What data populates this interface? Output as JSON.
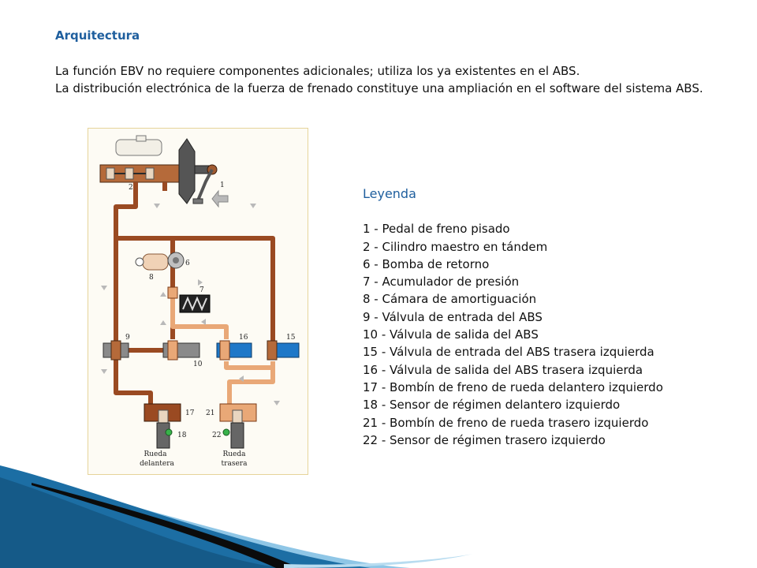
{
  "slide": {
    "title": "Arquitectura",
    "paragraphs": [
      "La función EBV no requiere componentes adicionales; utiliza los ya existentes en el ABS.",
      "La distribución electrónica de la fuerza de frenado constituye una ampliación en el software del sistema ABS."
    ]
  },
  "diagram": {
    "callouts": {
      "n1": "1",
      "n2": "2",
      "n6": "6",
      "n7": "7",
      "n8": "8",
      "n9": "9",
      "n10": "10",
      "n15": "15",
      "n16": "16",
      "n17": "17",
      "n18": "18",
      "n21": "21",
      "n22": "22"
    },
    "wheel_front": [
      "Rueda",
      "delantera"
    ],
    "wheel_rear": [
      "Rueda",
      "trasera"
    ],
    "colors": {
      "dark_line": "#9a4a22",
      "light_line": "#e9a877",
      "blue_valve": "#1e78c8",
      "gray_valve": "#8a8a8a",
      "background": "#fdfbf4",
      "border": "#e6d49a",
      "sensor": "#38b24a"
    }
  },
  "legend": {
    "title": "Leyenda",
    "items": [
      "1 - Pedal de freno pisado",
      "2 - Cilindro maestro en tándem",
      "6 - Bomba de retorno",
      "7 - Acumulador de presión",
      "8 - Cámara de amortiguación",
      "9 - Válvula de entrada del ABS",
      "10 - Válvula de salida del ABS",
      "15 - Válvula de entrada del ABS trasera izquierda",
      "16 - Válvula de salida del ABS trasera izquierda",
      "17 - Bombín de freno de rueda delantero izquierdo",
      "18 - Sensor de régimen delantero izquierdo",
      "21 - Bombín de freno de rueda trasero izquierdo",
      "22 - Sensor de régimen trasero izquierdo"
    ]
  },
  "theme": {
    "heading_color": "#1f5f9e",
    "swoosh_dark": "#0b0b0b",
    "swoosh_blue": "#1c6ea4",
    "swoosh_light": "#8fc6e6"
  }
}
